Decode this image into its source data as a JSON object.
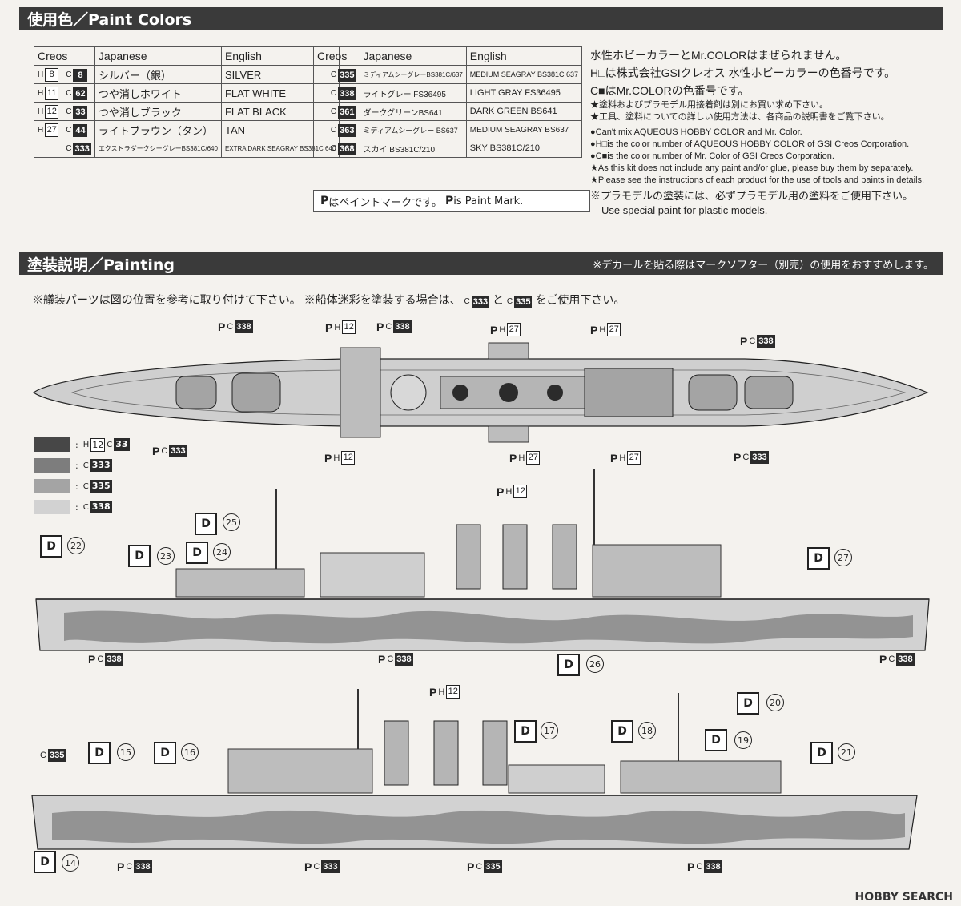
{
  "paint_colors": {
    "title": "使用色／Paint Colors",
    "table1": {
      "headers": [
        "Creos",
        "Japanese",
        "English"
      ],
      "rows": [
        {
          "h": "8",
          "c": "8",
          "jp": "シルバー（銀）",
          "en": "SILVER"
        },
        {
          "h": "11",
          "c": "62",
          "jp": "つや消しホワイト",
          "en": "FLAT WHITE"
        },
        {
          "h": "12",
          "c": "33",
          "jp": "つや消しブラック",
          "en": "FLAT BLACK"
        },
        {
          "h": "27",
          "c": "44",
          "jp": "ライトブラウン（タン）",
          "en": "TAN"
        },
        {
          "h": "",
          "c": "333",
          "jp": "エクストラダークシーグレーBS381C/640",
          "en": "EXTRA DARK SEAGRAY BS381C 640"
        }
      ]
    },
    "table2": {
      "headers": [
        "Creos",
        "Japanese",
        "English"
      ],
      "rows": [
        {
          "c": "335",
          "jp": "ミディアムシーグレーBS381C/637",
          "en": "MEDIUM SEAGRAY BS381C 637"
        },
        {
          "c": "338",
          "jp": "ライトグレー FS36495",
          "en": "LIGHT GRAY FS36495"
        },
        {
          "c": "361",
          "jp": "ダークグリーンBS641",
          "en": "DARK GREEN BS641"
        },
        {
          "c": "363",
          "jp": "ミディアムシーグレー BS637",
          "en": "MEDIUM SEAGRAY BS637"
        },
        {
          "c": "368",
          "jp": "スカイ BS381C/210",
          "en": "SKY BS381C/210"
        }
      ]
    },
    "h_prefix": "H",
    "c_prefix": "C",
    "paint_mark_note": "はペイントマークです。",
    "paint_mark_note_en": "is Paint Mark.",
    "notes": [
      "水性ホビーカラーとMr.COLORはまぜられません。",
      "H□は株式会社GSIクレオス 水性ホビーカラーの色番号です。",
      "C■はMr.COLORの色番号です。",
      "★塗料およびプラモデル用接着剤は別にお買い求め下さい。",
      "★工具、塗料についての詳しい使用方法は、各商品の説明書をご覧下さい。",
      "●Can't mix AQUEOUS HOBBY COLOR and Mr. Color.",
      "●H□is the color number of AQUEOUS HOBBY COLOR of GSI Creos Corporation.",
      "●C■is the color number of Mr. Color of GSI Creos Corporation.",
      "★As this kit does not include any paint and/or glue, please buy them by separately.",
      "★Please see the instructions of each product for the use of tools and paints in details.",
      "※プラモデルの塗装には、必ずプラモデル用の塗料をご使用下さい。",
      "Use special paint for plastic models."
    ]
  },
  "painting": {
    "title": "塗装説明／Painting",
    "decal_note": "※デカールを貼る際はマークソフター（別売）の使用をおすすめします。",
    "sub_note_1": "※艤装パーツは図の位置を参考に取り付けて下さい。",
    "sub_note_2": "※船体迷彩を塗装する場合は、",
    "sub_note_and": "と",
    "sub_note_3": "をご使用下さい。",
    "camo_a": "333",
    "camo_b": "335",
    "legend": [
      {
        "color": "#474747",
        "h": "12",
        "c": "33"
      },
      {
        "color": "#7d7d7d",
        "c": "333"
      },
      {
        "color": "#a4a4a4",
        "c": "335"
      },
      {
        "color": "#d2d2d2",
        "c": "338"
      }
    ],
    "decal_letter": "D",
    "top_view_callouts": [
      {
        "t": "C",
        "n": "338"
      },
      {
        "t": "H",
        "n": "12"
      },
      {
        "t": "C",
        "n": "338"
      },
      {
        "t": "H",
        "n": "27"
      },
      {
        "t": "H",
        "n": "27"
      },
      {
        "t": "C",
        "n": "338"
      },
      {
        "t": "C",
        "n": "333"
      },
      {
        "t": "H",
        "n": "12"
      },
      {
        "t": "H",
        "n": "27"
      },
      {
        "t": "H",
        "n": "27"
      },
      {
        "t": "C",
        "n": "333"
      }
    ],
    "side1_callouts": [
      {
        "t": "H",
        "n": "12"
      },
      {
        "t": "C",
        "n": "338"
      },
      {
        "t": "C",
        "n": "338"
      },
      {
        "t": "C",
        "n": "338"
      }
    ],
    "side1_numbers": [
      "22",
      "23",
      "24",
      "25",
      "26",
      "27"
    ],
    "side2_callouts": [
      {
        "t": "H",
        "n": "12"
      },
      {
        "t": "C",
        "n": "335"
      },
      {
        "t": "C",
        "n": "338"
      },
      {
        "t": "C",
        "n": "333"
      },
      {
        "t": "C",
        "n": "335"
      },
      {
        "t": "C",
        "n": "338"
      }
    ],
    "side2_numbers": [
      "14",
      "15",
      "16",
      "17",
      "18",
      "19",
      "20",
      "21"
    ]
  },
  "watermark": "HOBBY SEARCH"
}
